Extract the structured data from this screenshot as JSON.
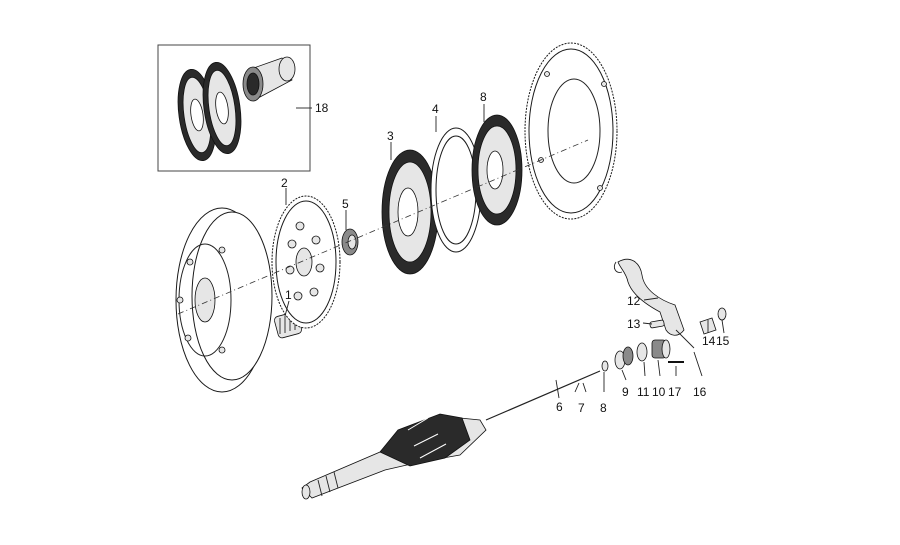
{
  "diagram": {
    "callouts": {
      "c1": "1",
      "c2": "2",
      "c3": "3",
      "c4": "4",
      "c5": "5",
      "c6": "6",
      "c7": "7",
      "c8a": "8",
      "c8b": "8",
      "c9": "9",
      "c10": "10",
      "c11": "11",
      "c12": "12",
      "c13": "13",
      "c14": "14",
      "c15": "15",
      "c16": "16",
      "c17": "17",
      "c18": "18"
    }
  }
}
